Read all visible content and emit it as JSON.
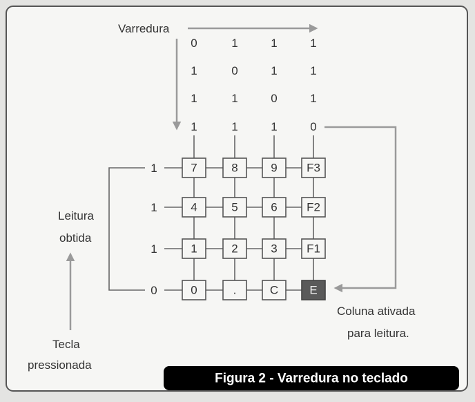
{
  "diagram": {
    "scan_label": "Varredura",
    "scan_matrix": [
      [
        "0",
        "1",
        "1",
        "1"
      ],
      [
        "1",
        "0",
        "1",
        "1"
      ],
      [
        "1",
        "1",
        "0",
        "1"
      ],
      [
        "1",
        "1",
        "1",
        "0"
      ]
    ],
    "row_readings": [
      "1",
      "1",
      "1",
      "0"
    ],
    "keys": [
      [
        "7",
        "8",
        "9",
        "F3"
      ],
      [
        "4",
        "5",
        "6",
        "F2"
      ],
      [
        "1",
        "2",
        "3",
        "F1"
      ],
      [
        "0",
        ".",
        "C",
        "E"
      ]
    ],
    "pressed_key": "E",
    "reading_label_line1": "Leitura",
    "reading_label_line2": "obtida",
    "pressed_label_line1": "Tecla",
    "pressed_label_line2": "pressionada",
    "column_label_line1": "Coluna ativada",
    "column_label_line2": "para leitura.",
    "caption": "Figura 2 - Varredura no teclado",
    "colors": {
      "background": "#e4e4e2",
      "panel": "#f6f6f4",
      "pressed_key_fill": "#5a5a5a",
      "caption_fill": "#000000",
      "arrow": "#9a9a9a"
    }
  }
}
